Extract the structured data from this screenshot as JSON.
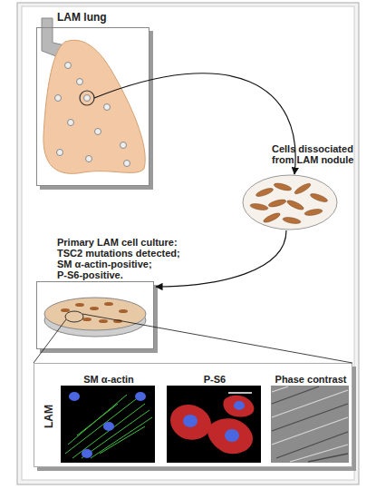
{
  "diagram": {
    "nodes": [
      {
        "text": [
          "LAM lung"
        ]
      },
      {
        "text": [
          "Cells dissociated from LAM nodule"
        ]
      },
      {
        "text": [
          "Primary LAM cell culture:",
          "TSC2 mutations detected;",
          "SM α-actin-positive;",
          "P-S6-positive."
        ]
      },
      {
        "text": [
          "LAM"
        ]
      },
      {
        "text": [
          "SM α-actin"
        ],
        "in": 3
      },
      {
        "text": [
          "P-S6"
        ],
        "in": 3
      },
      {
        "text": [
          "Phase contrast"
        ],
        "in": 3
      }
    ],
    "edges": [
      {
        "from": 0,
        "to": 1,
        "arrow": "to"
      },
      {
        "from": 1,
        "to": 2,
        "arrow": "to"
      },
      {
        "from": 2,
        "to": 3,
        "arrow": "none"
      }
    ]
  }
}
